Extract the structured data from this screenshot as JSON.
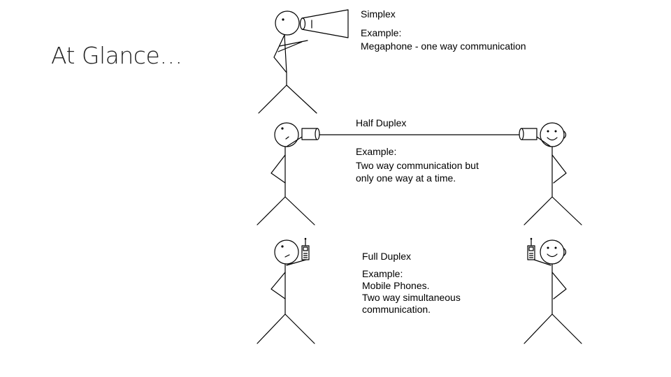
{
  "slide": {
    "title": "At Glance…"
  },
  "simplex": {
    "heading": "Simplex",
    "example_label": "Example:",
    "example_text": "Megaphone - one way communication"
  },
  "half_duplex": {
    "heading": "Half Duplex",
    "example_label": "Example:",
    "example_line1": "Two way communication but",
    "example_line2": "only one way at a time."
  },
  "full_duplex": {
    "heading": "Full Duplex",
    "example_label": "Example:",
    "example_line1": "Mobile Phones.",
    "example_line2": "Two way simultaneous",
    "example_line3": "communication."
  }
}
